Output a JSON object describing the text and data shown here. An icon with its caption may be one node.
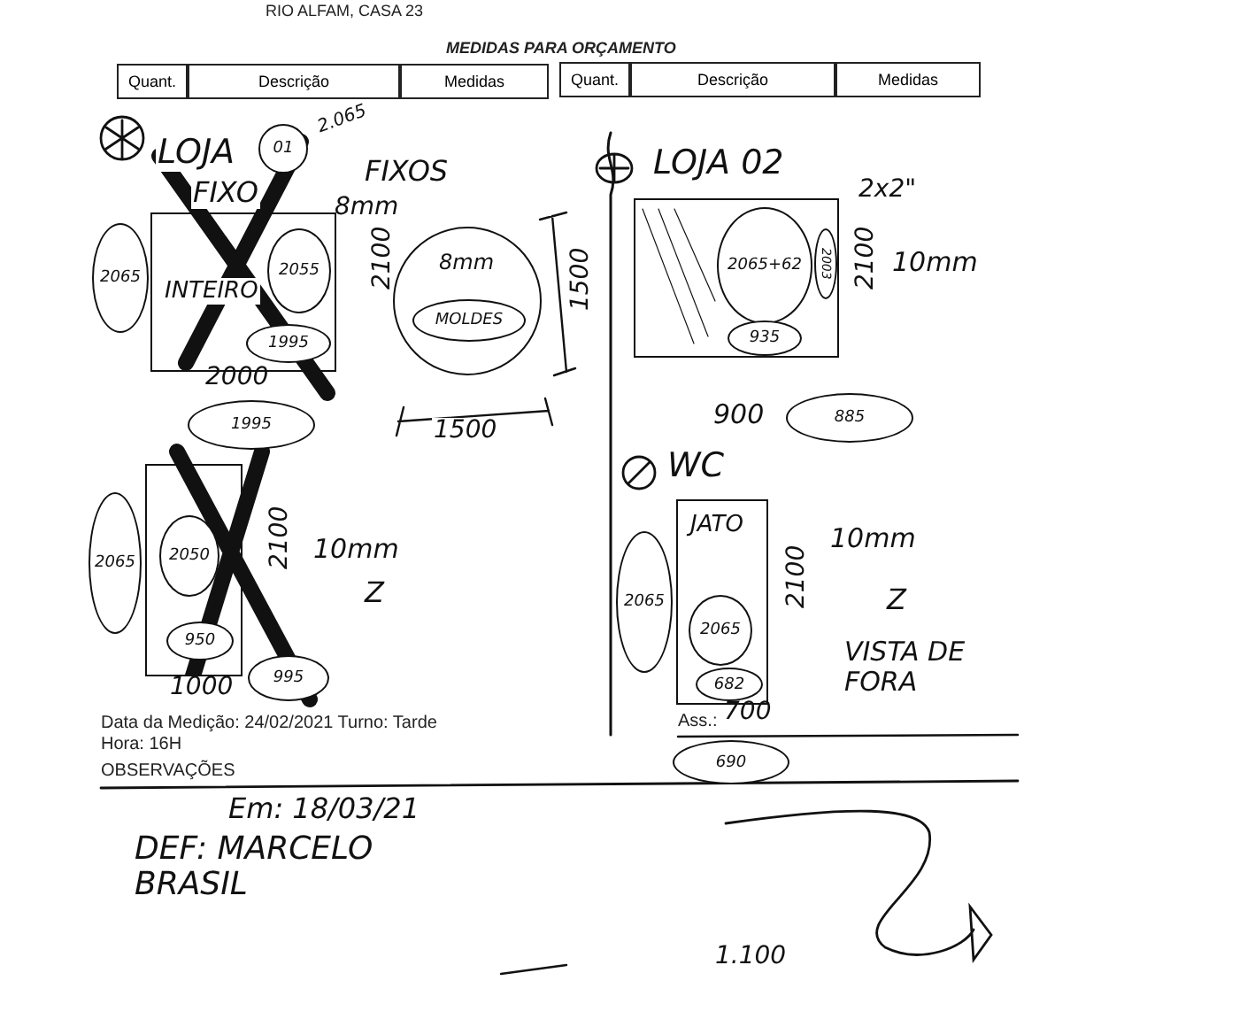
{
  "diagram": {
    "title": "MEDIDAS PARA ORÇAMENTO",
    "nodes": [
      {
        "text": [
          "INTEIRO"
        ]
      },
      {
        "text": [
          "01"
        ]
      },
      {
        "text": [
          "2065"
        ]
      },
      {
        "text": [
          "2055"
        ],
        "in": 0
      },
      {
        "text": [
          "1995"
        ],
        "in": 0
      },
      {
        "text": [
          "1995"
        ]
      },
      {
        "text": [
          "8mm"
        ]
      },
      {
        "text": [
          "MOLDES"
        ],
        "in": 6
      },
      {
        "text": [],
        "shape": "box"
      },
      {
        "text": [
          "2065+62"
        ],
        "in": 8
      },
      {
        "text": [
          "2003"
        ],
        "in": 8
      },
      {
        "text": [
          "935"
        ],
        "in": 8
      },
      {
        "text": [
          "885"
        ]
      },
      {
        "text": [],
        "shape": "box"
      },
      {
        "text": [
          "2065"
        ]
      },
      {
        "text": [
          "2050"
        ],
        "in": 13
      },
      {
        "text": [
          "950"
        ],
        "in": 13
      },
      {
        "text": [
          "995"
        ]
      },
      {
        "text": [
          "JATO"
        ]
      },
      {
        "text": [
          "2065"
        ]
      },
      {
        "text": [
          "2065"
        ],
        "in": 18
      },
      {
        "text": [
          "682"
        ],
        "in": 18
      },
      {
        "text": [
          "690"
        ]
      }
    ],
    "edges": [],
    "labels": [
      "RIO ALFAM, CASA 23",
      "Quant.",
      "Descrição",
      "Medidas",
      "Quant.",
      "Descrição",
      "Medidas",
      "LOJA",
      "2.065",
      "FIXO",
      "FIXOS",
      "8mm",
      "2100",
      "2000",
      "1500",
      "1500",
      "LOJA 02",
      "2x2\"",
      "2100",
      "10mm",
      "900",
      "2100",
      "10mm",
      "Z",
      "1000",
      "WC",
      "2100",
      "10mm",
      "Z",
      "VISTA DE FORA",
      "700",
      "Data da Medição: 24/02/2021 Turno: Tarde",
      "Hora: 16H",
      "OBSERVAÇÕES",
      "Ass.:",
      "Em: 18/03/21",
      "DEF: MARCELO BRASIL",
      "1.100"
    ]
  }
}
